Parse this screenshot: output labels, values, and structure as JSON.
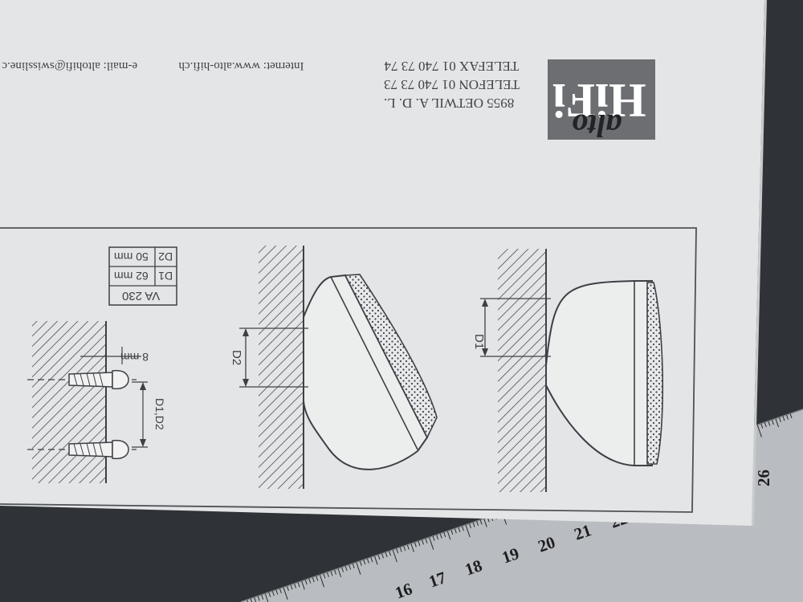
{
  "company": {
    "logo_script": "alto",
    "logo_word": "HiFi",
    "address": "8955 OETWIL A. D. L.",
    "telefon": "TELEFON 01 740 73 73",
    "telefax": "TELEFAX 01 740 73 74",
    "internet": "Internet: www.alto-hifi.ch",
    "email": "e-mail: altohifi@swissline.c"
  },
  "diagram": {
    "d1_label": "D1",
    "d2_label": "D2",
    "d1d2_label": "D1,D2",
    "gap_label": "8 mm"
  },
  "spec_table": {
    "header": "VA 230",
    "rows": [
      {
        "key": "D1",
        "value": "62 mm"
      },
      {
        "key": "D2",
        "value": "50 mm"
      }
    ]
  },
  "ruler": {
    "numbers": [
      "16",
      "17",
      "18",
      "19",
      "20",
      "21",
      "22",
      "26"
    ]
  },
  "colors": {
    "paper": "#e4e5e6",
    "ink": "#55585d",
    "logo_box": "#6c6e72",
    "background": "#2f3236",
    "ruler": "#b9bcc0"
  }
}
